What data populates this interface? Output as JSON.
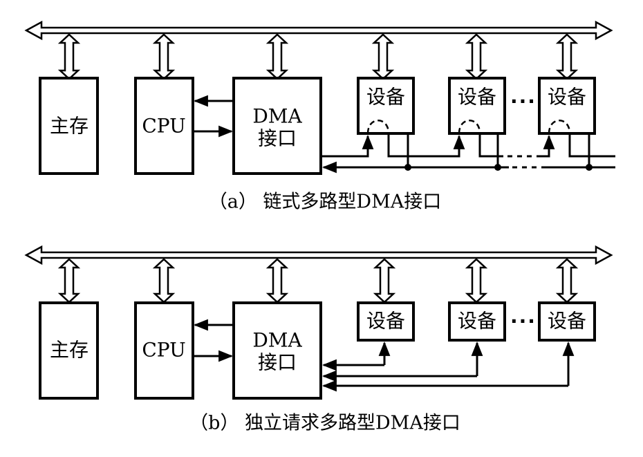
{
  "labels": {
    "main_memory": "主存",
    "cpu": "CPU",
    "dma_line1": "DMA",
    "dma_line2": "接口",
    "device": "设备",
    "ellipsis": "···"
  },
  "captions": {
    "a": "（a） 链式多路型DMA接口",
    "b": "（b） 独立请求多路型DMA接口"
  }
}
